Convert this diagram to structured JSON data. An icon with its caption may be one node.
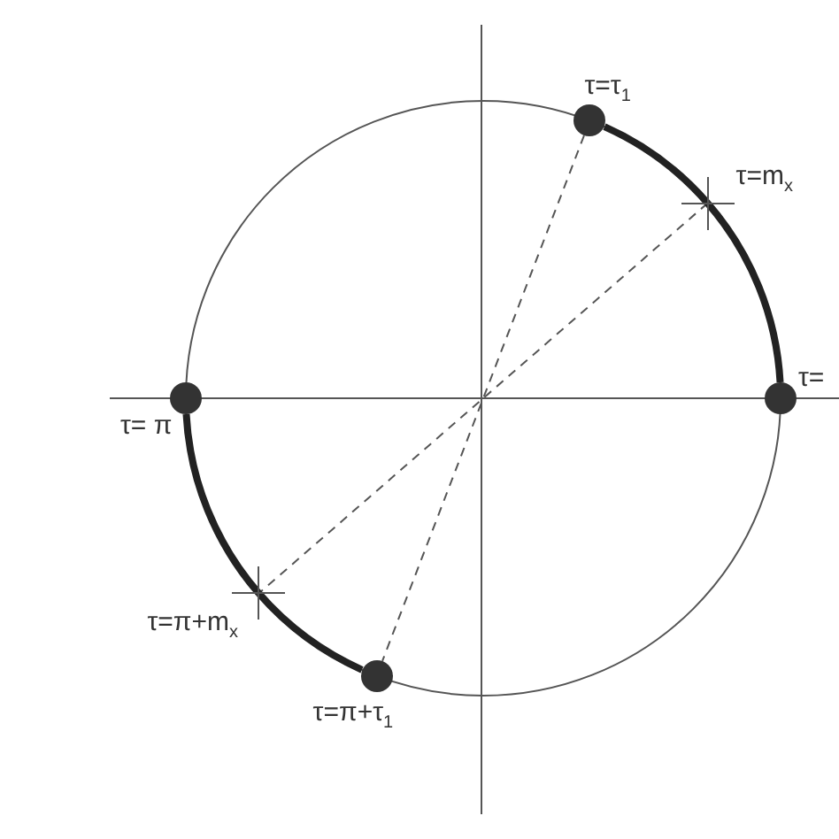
{
  "diagram": {
    "nodes": [
      {
        "text": [
          "τ=τ$_{1}$"
        ]
      },
      {
        "text": [
          "τ=m$_{x}$"
        ]
      },
      {
        "text": [
          "τ="
        ]
      },
      {
        "text": [
          "τ= π"
        ]
      },
      {
        "text": [
          "τ=π+m$_{x}$"
        ]
      },
      {
        "text": [
          "τ=π+τ$_{1}$"
        ]
      }
    ],
    "edges": [
      {
        "from": 0,
        "to": 5,
        "arrow": "none",
        "style": "dashed"
      },
      {
        "from": 1,
        "to": 4,
        "arrow": "none",
        "style": "dashed"
      },
      {
        "from": 0,
        "to": 1,
        "arrow": "none"
      },
      {
        "from": 1,
        "to": 2,
        "arrow": "none"
      },
      {
        "from": 3,
        "to": 4,
        "arrow": "none"
      },
      {
        "from": 4,
        "to": 5,
        "arrow": "none"
      }
    ]
  }
}
